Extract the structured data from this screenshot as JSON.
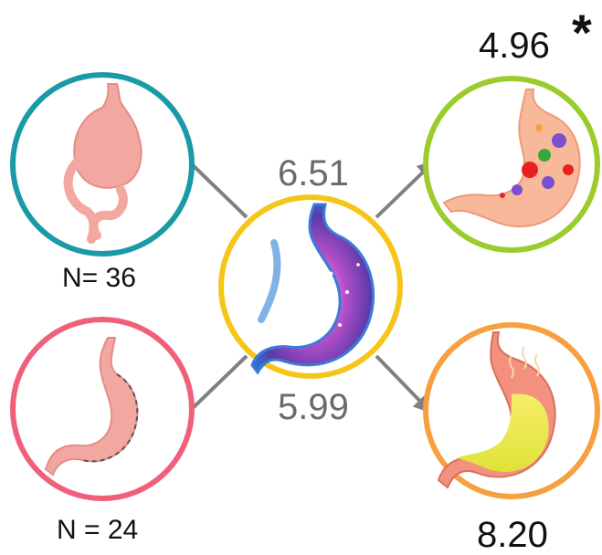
{
  "nodes": {
    "input_top": {
      "label": "N= 36",
      "ring_color": "#1a9aa6",
      "icon": "stomach-bypass-icon"
    },
    "input_bottom": {
      "label": "N = 24",
      "ring_color": "#f0607a",
      "icon": "stomach-sleeve-icon"
    },
    "center": {
      "ring_color": "#f5c518",
      "icon": "stomach-glowing-icon"
    },
    "output_top": {
      "value": "4.96",
      "significance": "*",
      "ring_color": "#9ccc2c",
      "icon": "stomach-gears-icon"
    },
    "output_bottom": {
      "value": "8.20",
      "ring_color": "#f7a040",
      "icon": "stomach-acid-icon"
    }
  },
  "edges": {
    "upper_value": "6.51",
    "lower_value": "5.99",
    "color": "#808080"
  }
}
